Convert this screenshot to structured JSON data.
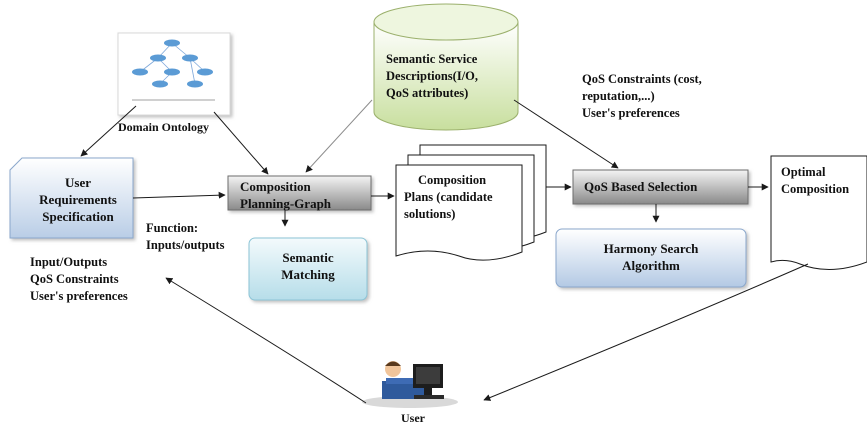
{
  "nodes": {
    "domain_ontology": "Domain Ontology",
    "semantic_service_descriptions": [
      "Semantic Service",
      "Descriptions(I/O,",
      "QoS attributes)"
    ],
    "user_requirements": [
      "User",
      "Requirements",
      "Specification"
    ],
    "composition_planning_graph": [
      "Composition",
      "Planning-Graph"
    ],
    "semantic_matching": [
      "Semantic",
      "Matching"
    ],
    "composition_plans": [
      "Composition",
      "Plans (candidate",
      "solutions)"
    ],
    "qos_based_selection": "QoS Based Selection",
    "harmony_search": [
      "Harmony Search",
      "Algorithm"
    ],
    "optimal_composition": [
      "Optimal",
      "Composition"
    ],
    "user": "User"
  },
  "annotations": {
    "function": [
      "Function:",
      "Inputs/outputs"
    ],
    "qos_constraints": [
      "QoS Constraints (cost,",
      "reputation,...)",
      "User's preferences"
    ],
    "user_inputs": [
      "Input/Outputs",
      "QoS Constraints",
      "User's preferences"
    ]
  },
  "colors": {
    "box_fill_top": "#ffffff",
    "box_fill_bottom": "#c9d9ec",
    "cylinder_fill": "#d7e8b8",
    "gray_box_top": "#f2f2f2",
    "gray_box_bottom": "#8f8f8f",
    "teal_box": "#c5e6ee",
    "blue_box": "#c6d6ea",
    "arrow": "#1a1a1a",
    "ontology_node": "#5b9bd5"
  },
  "icons": {
    "ontology_thumbnail": "ontology-graph-image",
    "user_figure": "person-at-computer-icon"
  }
}
